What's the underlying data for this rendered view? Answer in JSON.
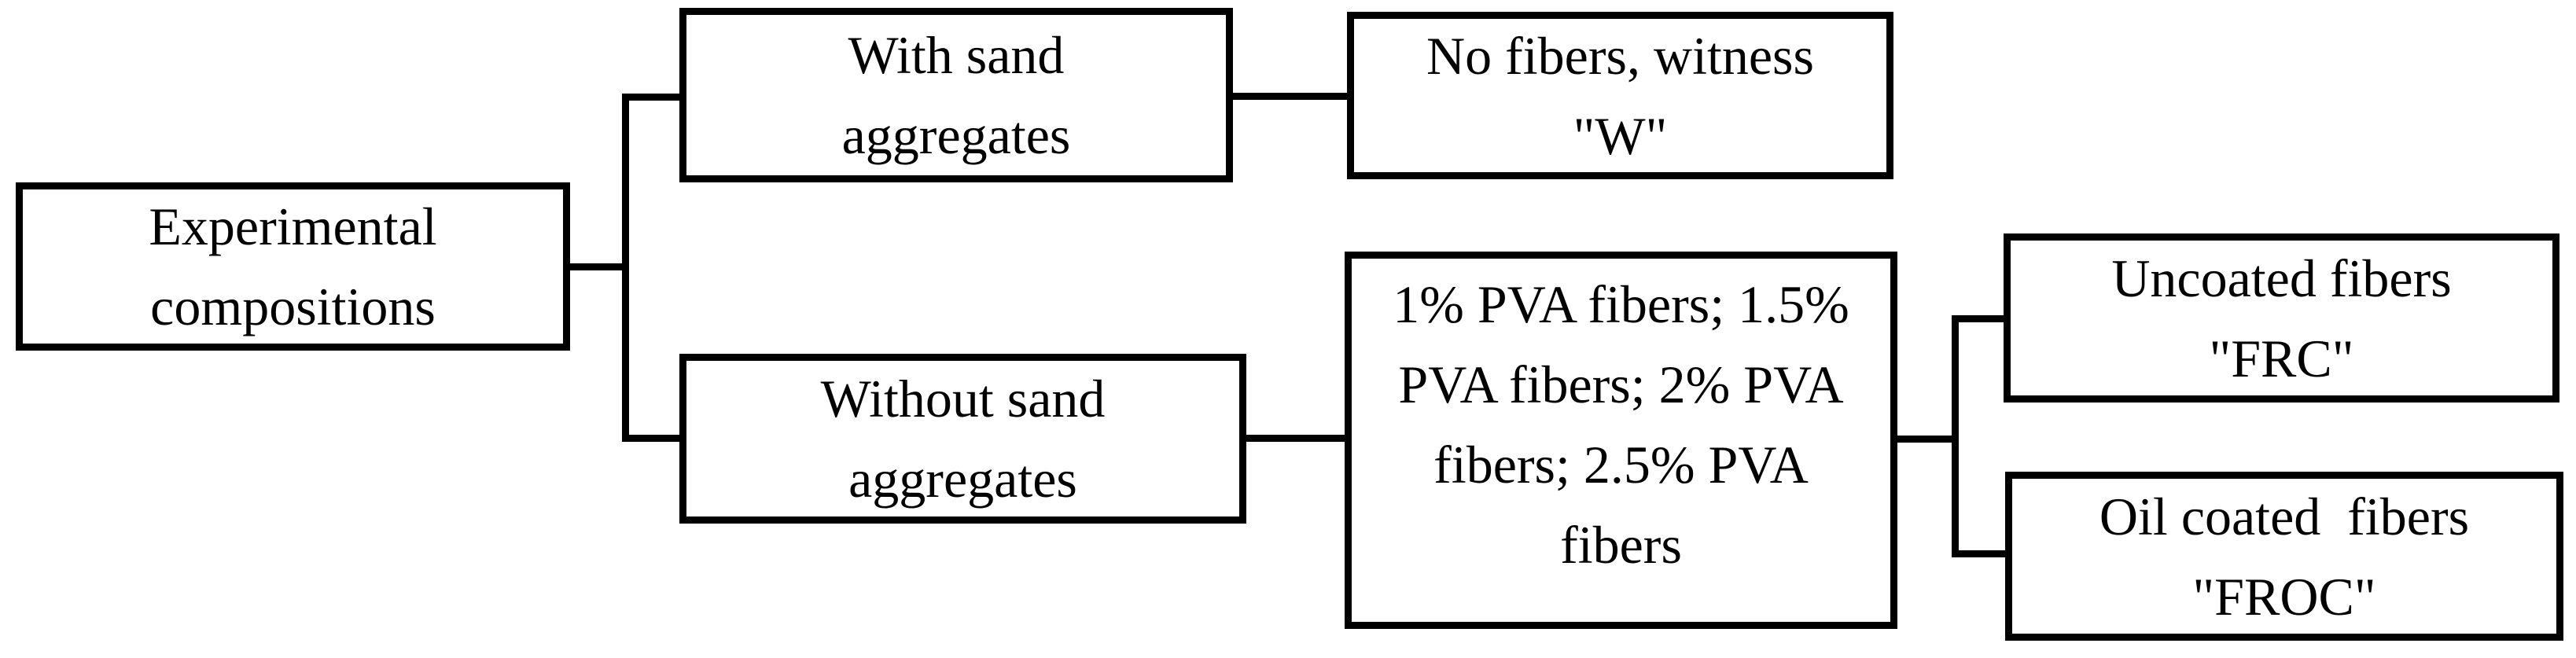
{
  "diagram": {
    "type": "flowchart",
    "background_color": "#ffffff",
    "line_color": "#000000",
    "text_color": "#000000",
    "nodes": {
      "experimental": {
        "id": "experimental-compositions",
        "lines": [
          "Experimental",
          "compositions"
        ]
      },
      "with_sand": {
        "id": "with-sand-aggregates",
        "lines": [
          "With sand",
          "aggregates"
        ]
      },
      "no_fibers": {
        "id": "no-fibers-witness-w",
        "lines": [
          "No fibers, witness",
          "\"W\""
        ]
      },
      "without_sand": {
        "id": "without-sand-aggregates",
        "lines": [
          "Without sand",
          "aggregates"
        ]
      },
      "pva": {
        "id": "pva-fiber-percentages",
        "lines": [
          "1% PVA fibers; 1.5%",
          "PVA fibers; 2% PVA",
          "fibers; 2.5% PVA",
          "fibers"
        ]
      },
      "uncoated": {
        "id": "uncoated-fibers-frc",
        "lines": [
          "Uncoated fibers",
          "\"FRC\""
        ]
      },
      "oil_coated": {
        "id": "oil-coated-fibers-froc",
        "lines": [
          "Oil coated  fibers",
          "\"FROC\""
        ]
      }
    },
    "edges": [
      {
        "from": "experimental-compositions",
        "to": "with-sand-aggregates"
      },
      {
        "from": "experimental-compositions",
        "to": "without-sand-aggregates"
      },
      {
        "from": "with-sand-aggregates",
        "to": "no-fibers-witness-w"
      },
      {
        "from": "without-sand-aggregates",
        "to": "pva-fiber-percentages"
      },
      {
        "from": "pva-fiber-percentages",
        "to": "uncoated-fibers-frc"
      },
      {
        "from": "pva-fiber-percentages",
        "to": "oil-coated-fibers-froc"
      }
    ]
  }
}
